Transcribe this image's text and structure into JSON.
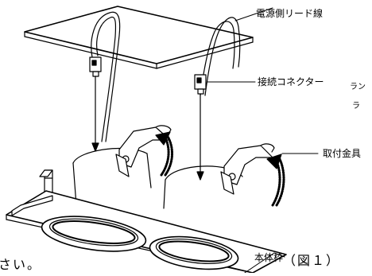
{
  "labels": {
    "power_lead": "電源側リード線",
    "connector": "接続コネクター",
    "bracket": "取付金具",
    "body_frame": "本体枠",
    "figure": "（図１）",
    "side_text_1": "ラン",
    "side_text_2": "ラ",
    "cut_text": "さい。"
  },
  "colors": {
    "line": "#000000",
    "ceiling_fill": "#ffffff"
  }
}
